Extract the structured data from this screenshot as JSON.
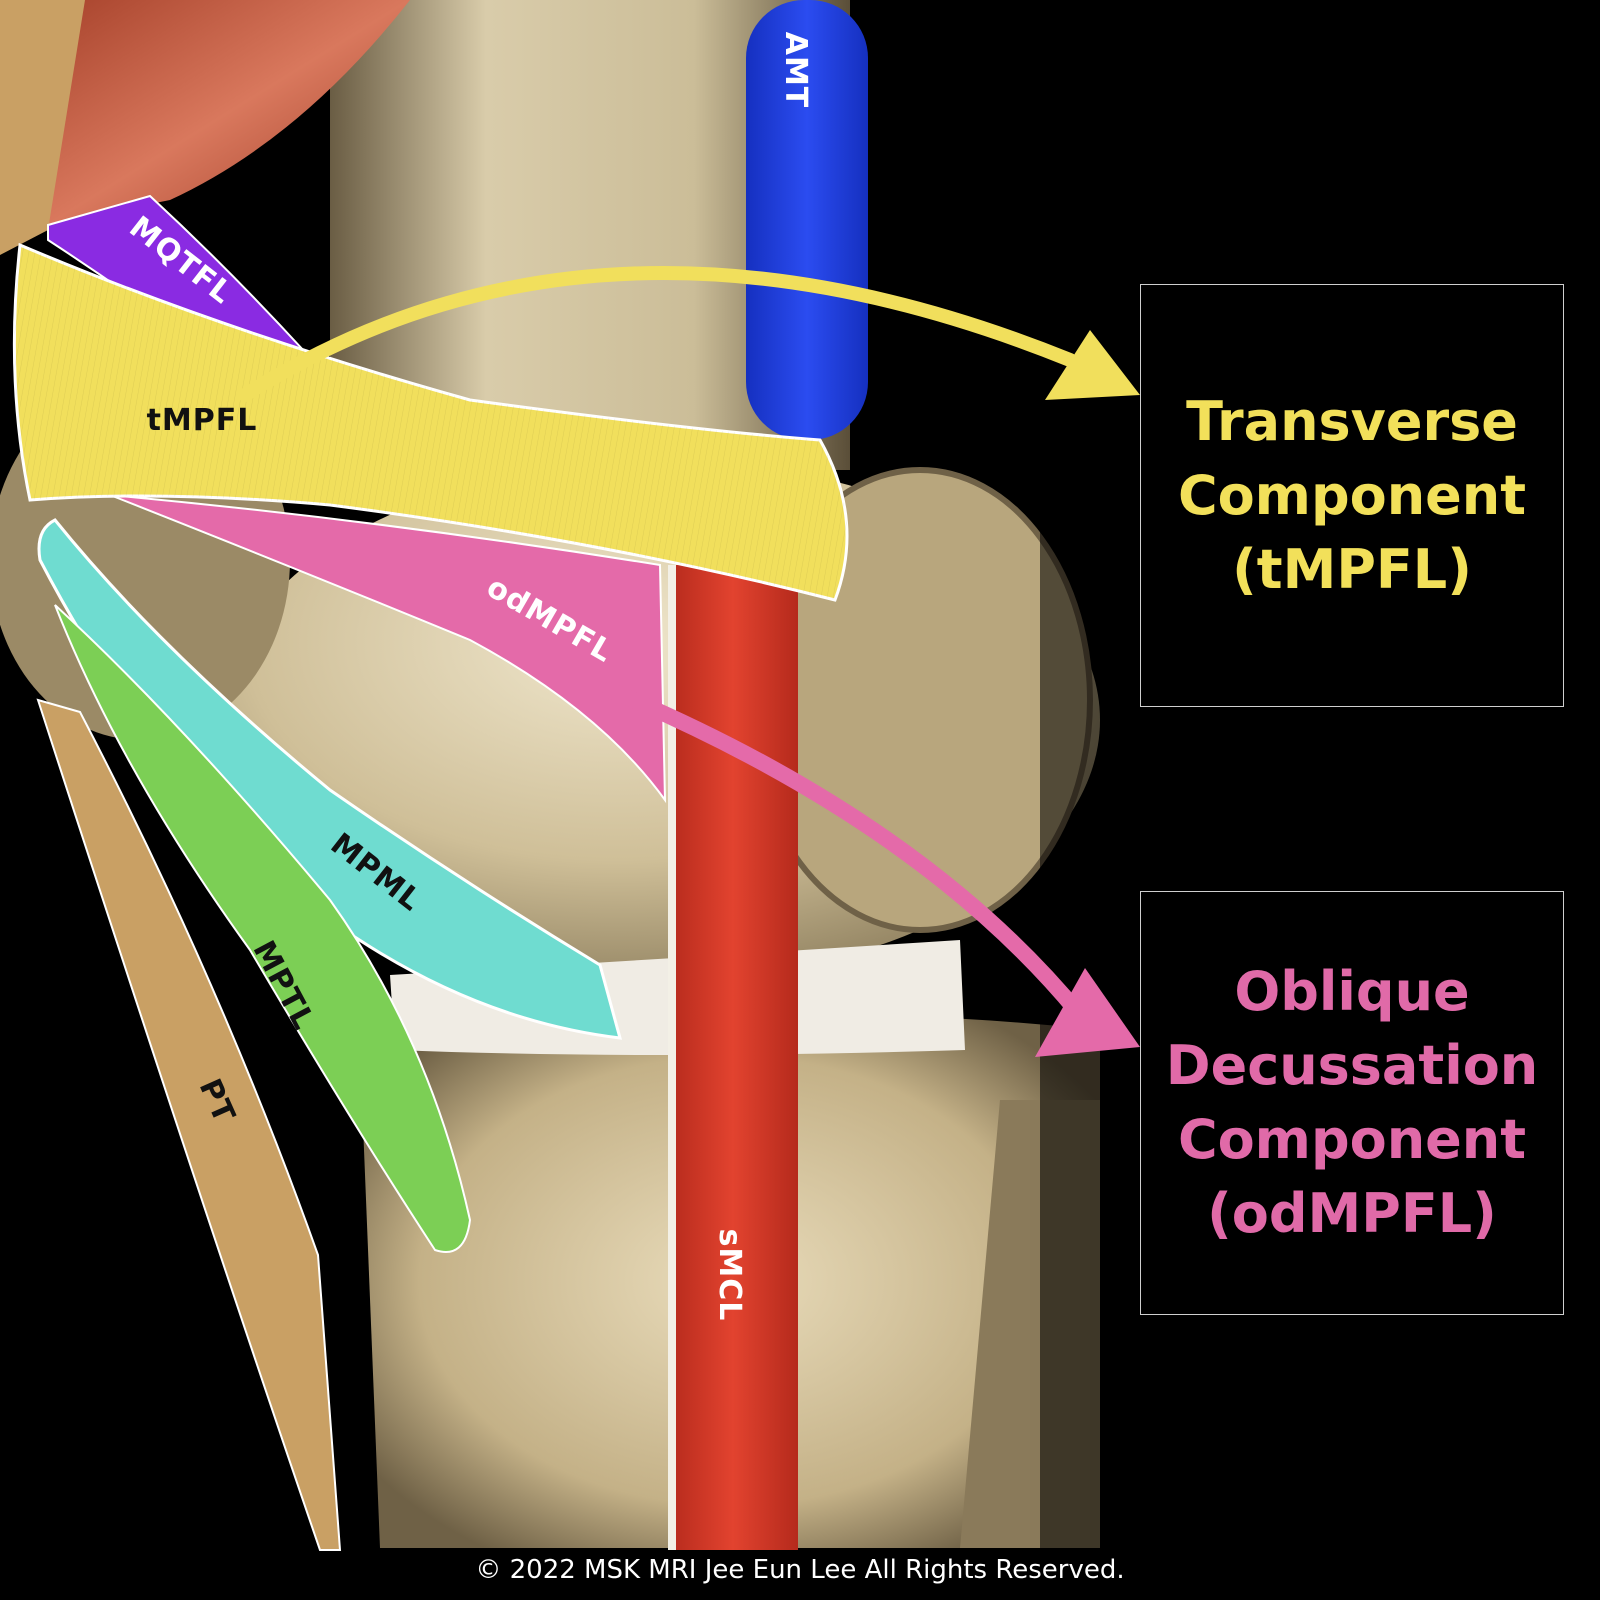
{
  "labels": {
    "amt": "AMT",
    "mqtfl": "MQTFL",
    "tmpfl": "tMPFL",
    "odmpfl": "odMPFL",
    "mpml": "MPML",
    "mptl": "MPTL",
    "pt": "PT",
    "smcl": "sMCL"
  },
  "callouts": {
    "transverse": {
      "lines": [
        "Transverse",
        "Component",
        "(tMPFL)"
      ],
      "color": "#f2e05a"
    },
    "oblique": {
      "lines": [
        "Oblique",
        "Decussation",
        "Component",
        "(odMPFL)"
      ],
      "color": "#e06aa8"
    }
  },
  "colors": {
    "amt": "#1f3fe6",
    "mqtfl": "#8a2be2",
    "tmpfl": "#f1df5c",
    "odmpfl": "#e46aa9",
    "mpml": "#6fdcd0",
    "mptl": "#7ccf55",
    "pt": "#c9a064",
    "smcl": "#de3c2c",
    "muscle": "#c2563c",
    "bone": "#d6c8a6"
  },
  "footer": {
    "copyright": "© 2022 MSK MRI Jee Eun Lee All Rights Reserved."
  }
}
